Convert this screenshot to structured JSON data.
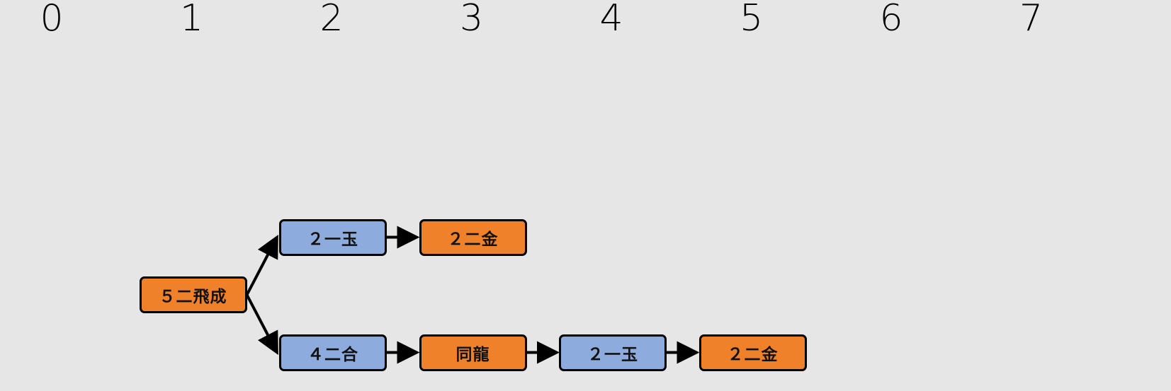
{
  "colors": {
    "background": "#e6e6e6",
    "orange": "#f0812b",
    "blue": "#8eabdd",
    "edge": "#000000"
  },
  "columns": [
    "0",
    "1",
    "2",
    "3",
    "4",
    "5",
    "6",
    "7"
  ],
  "nodes": [
    {
      "id": "n0",
      "label": "５二飛成",
      "col": 1,
      "row": 1,
      "color": "orange"
    },
    {
      "id": "n1",
      "label": "２一玉",
      "col": 2,
      "row": 0,
      "color": "blue"
    },
    {
      "id": "n2",
      "label": "２二金",
      "col": 3,
      "row": 0,
      "color": "orange"
    },
    {
      "id": "n3",
      "label": "４二合",
      "col": 2,
      "row": 2,
      "color": "blue"
    },
    {
      "id": "n4",
      "label": "同龍",
      "col": 3,
      "row": 2,
      "color": "orange"
    },
    {
      "id": "n5",
      "label": "２一玉",
      "col": 4,
      "row": 2,
      "color": "blue"
    },
    {
      "id": "n6",
      "label": "２二金",
      "col": 5,
      "row": 2,
      "color": "orange"
    }
  ],
  "edges": [
    [
      "n0",
      "n1"
    ],
    [
      "n1",
      "n2"
    ],
    [
      "n0",
      "n3"
    ],
    [
      "n3",
      "n4"
    ],
    [
      "n4",
      "n5"
    ],
    [
      "n5",
      "n6"
    ]
  ]
}
